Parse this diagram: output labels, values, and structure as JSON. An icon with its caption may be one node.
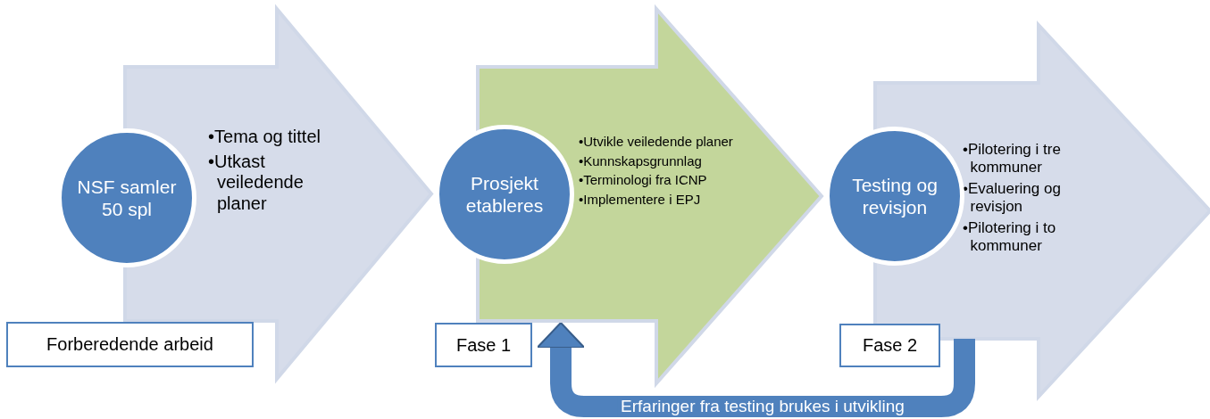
{
  "diagram": {
    "nodes": [
      {
        "text": [
          "•Tema og tittel",
          "•Utkast veiledende planer"
        ]
      },
      {
        "text": [
          "NSF samler 50 spl"
        ]
      },
      {
        "text": [
          "Forberedende arbeid"
        ]
      },
      {
        "text": [
          "•Utvikle veiledende planer",
          "•Kunnskapsgrunnlag",
          "•Terminologi fra ICNP",
          "•Implementere i EPJ"
        ]
      },
      {
        "text": [
          "Prosjekt etableres"
        ]
      },
      {
        "text": [
          "Fase 1"
        ]
      },
      {
        "text": [
          "•Pilotering i tre kommuner",
          "•Evaluering og revisjon",
          "•Pilotering i to kommuner"
        ]
      },
      {
        "text": [
          "Testing og revisjon"
        ]
      },
      {
        "text": [
          "Fase 2"
        ]
      }
    ],
    "edges": [
      {
        "from": 6,
        "to": 3,
        "arrow": "to",
        "label": "Erfaringer fra testing brukes i utvikling"
      }
    ]
  }
}
